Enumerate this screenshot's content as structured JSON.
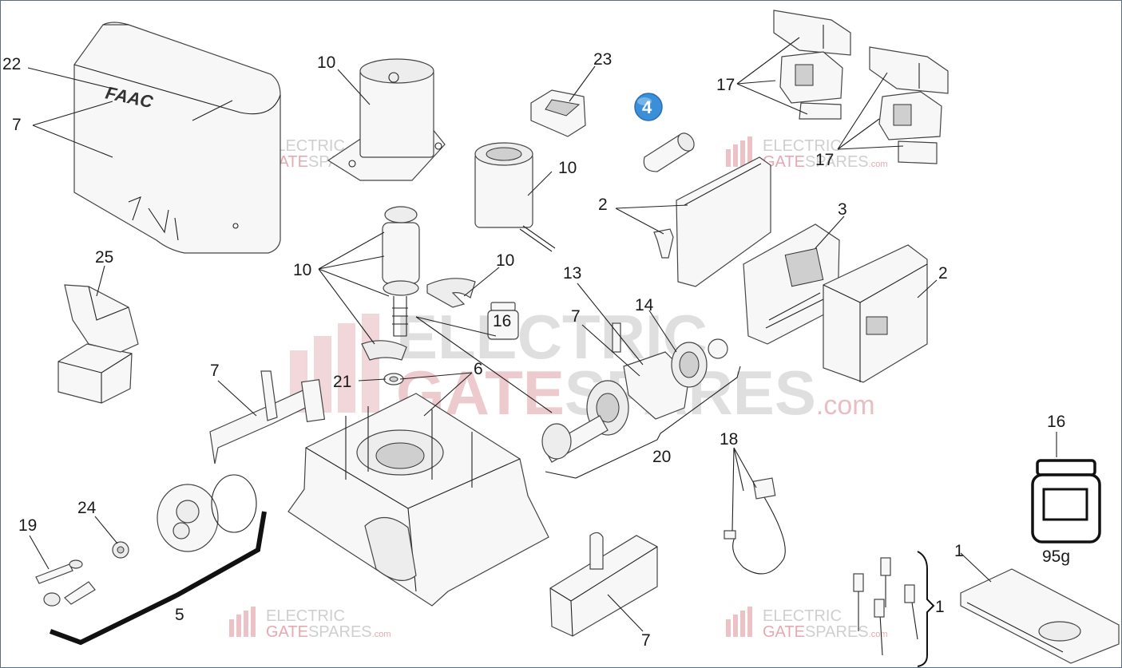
{
  "colors": {
    "badge": "#3b8fd9",
    "watermark_red": "#e6a9b0",
    "watermark_grey": "#cfcfcf"
  },
  "watermark": {
    "line1": "ELECTRIC",
    "line2_a": "GATE",
    "line2_b": "SPARES",
    "suffix": ".com"
  },
  "badge": {
    "number": "4"
  },
  "jar_weight": "95g",
  "labels": {
    "l22": "22",
    "l7a": "7",
    "l10a": "10",
    "l23": "23",
    "l17a": "17",
    "l10b": "10",
    "l17b": "17",
    "l2a": "2",
    "l3": "3",
    "l2b": "2",
    "l25": "25",
    "l10c": "10",
    "l10d": "10",
    "l16a": "16",
    "l13": "13",
    "l14": "14",
    "l7b": "7",
    "l6": "6",
    "l21": "21",
    "l7c": "7",
    "l20": "20",
    "l18": "18",
    "l16b": "16",
    "l24": "24",
    "l19": "19",
    "l5": "5",
    "l7d": "7",
    "l1a": "1",
    "l1b": "1"
  }
}
